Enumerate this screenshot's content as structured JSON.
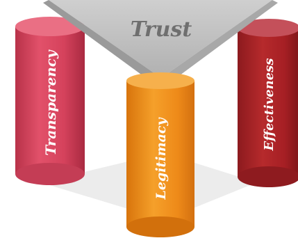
{
  "diagram": {
    "roof_label": "Trust",
    "pillars": [
      {
        "id": "transparency",
        "label": "Transparency",
        "color": "#d6455f"
      },
      {
        "id": "legitimacy",
        "label": "Legitimacy",
        "color": "#ee8a19"
      },
      {
        "id": "effectiveness",
        "label": "Effectiveness",
        "color": "#a61f24"
      }
    ],
    "roof_color": "#bdbdbd",
    "text_color_roof": "#6f6f6f",
    "text_color_pillar": "#ffffff"
  }
}
